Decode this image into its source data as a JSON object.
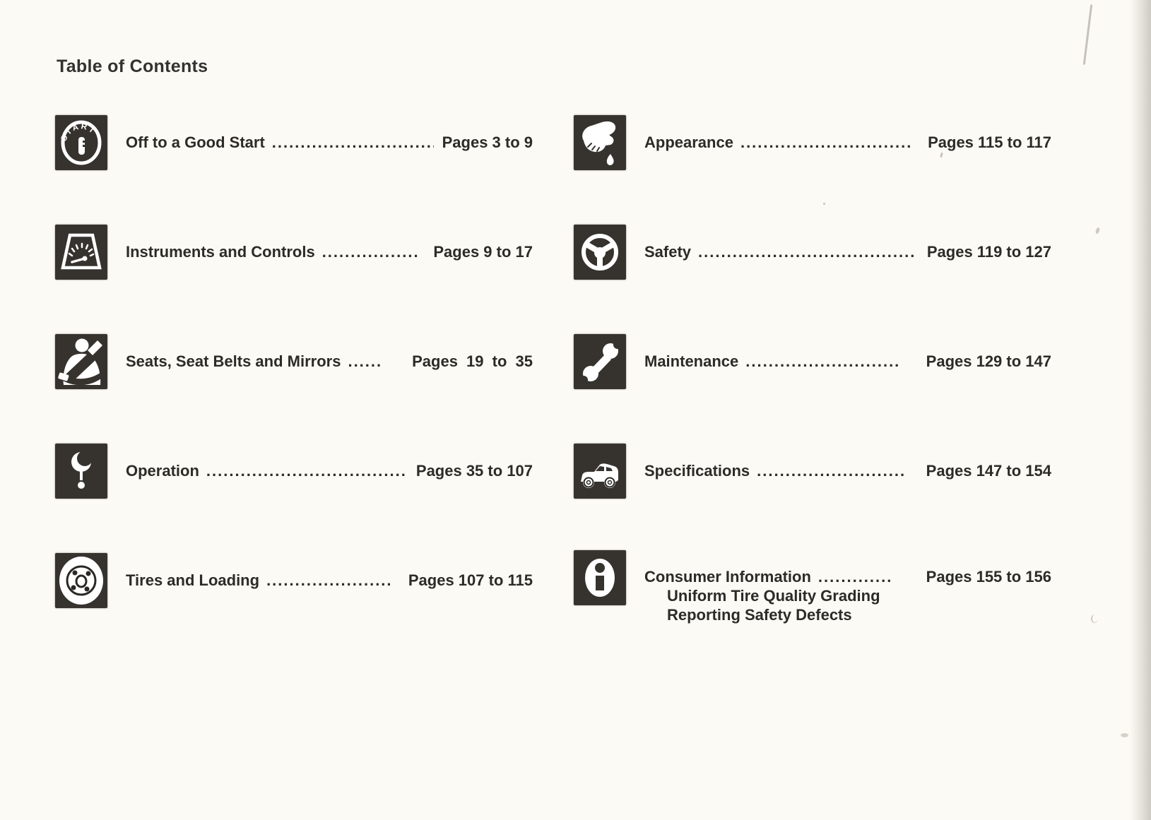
{
  "page": {
    "title": "Table of Contents"
  },
  "colors": {
    "ink": "#2d2b28",
    "icon_background": "#36332f",
    "paper": "#fcfaf4"
  },
  "toc": {
    "left": [
      {
        "icon": "ignition-start-icon",
        "label": "Off to a Good Start",
        "leader": "..............................",
        "pages": "Pages 3 to 9"
      },
      {
        "icon": "instrument-gauge-icon",
        "label": "Instruments and Controls",
        "leader": ".................",
        "pages": "Pages 9 to 17"
      },
      {
        "icon": "seat-belt-icon",
        "label": "Seats, Seat Belts and Mirrors",
        "leader": "......",
        "pages": "Pages 19 to 35"
      },
      {
        "icon": "gear-shift-knob-icon",
        "label": "Operation",
        "leader": "....................................",
        "pages": "Pages 35 to 107"
      },
      {
        "icon": "tire-wheel-icon",
        "label": "Tires and Loading",
        "leader": "......................",
        "pages": "Pages 107 to 115"
      }
    ],
    "right": [
      {
        "icon": "hand-cloth-icon",
        "label": "Appearance",
        "leader": "..............................",
        "pages": "Pages 115 to 117"
      },
      {
        "icon": "steering-wheel-icon",
        "label": "Safety",
        "leader": "......................................",
        "pages": "Pages 119 to 127"
      },
      {
        "icon": "wrench-icon",
        "label": "Maintenance",
        "leader": "...........................",
        "pages": "Pages 129 to 147"
      },
      {
        "icon": "car-icon",
        "label": "Specifications",
        "leader": "..........................",
        "pages": "Pages 147 to 154"
      },
      {
        "icon": "info-icon",
        "label": "Consumer Information",
        "leader": ".............",
        "pages": "Pages 155 to 156",
        "sublines": [
          "Uniform Tire Quality Grading",
          "Reporting Safety Defects"
        ]
      }
    ]
  }
}
